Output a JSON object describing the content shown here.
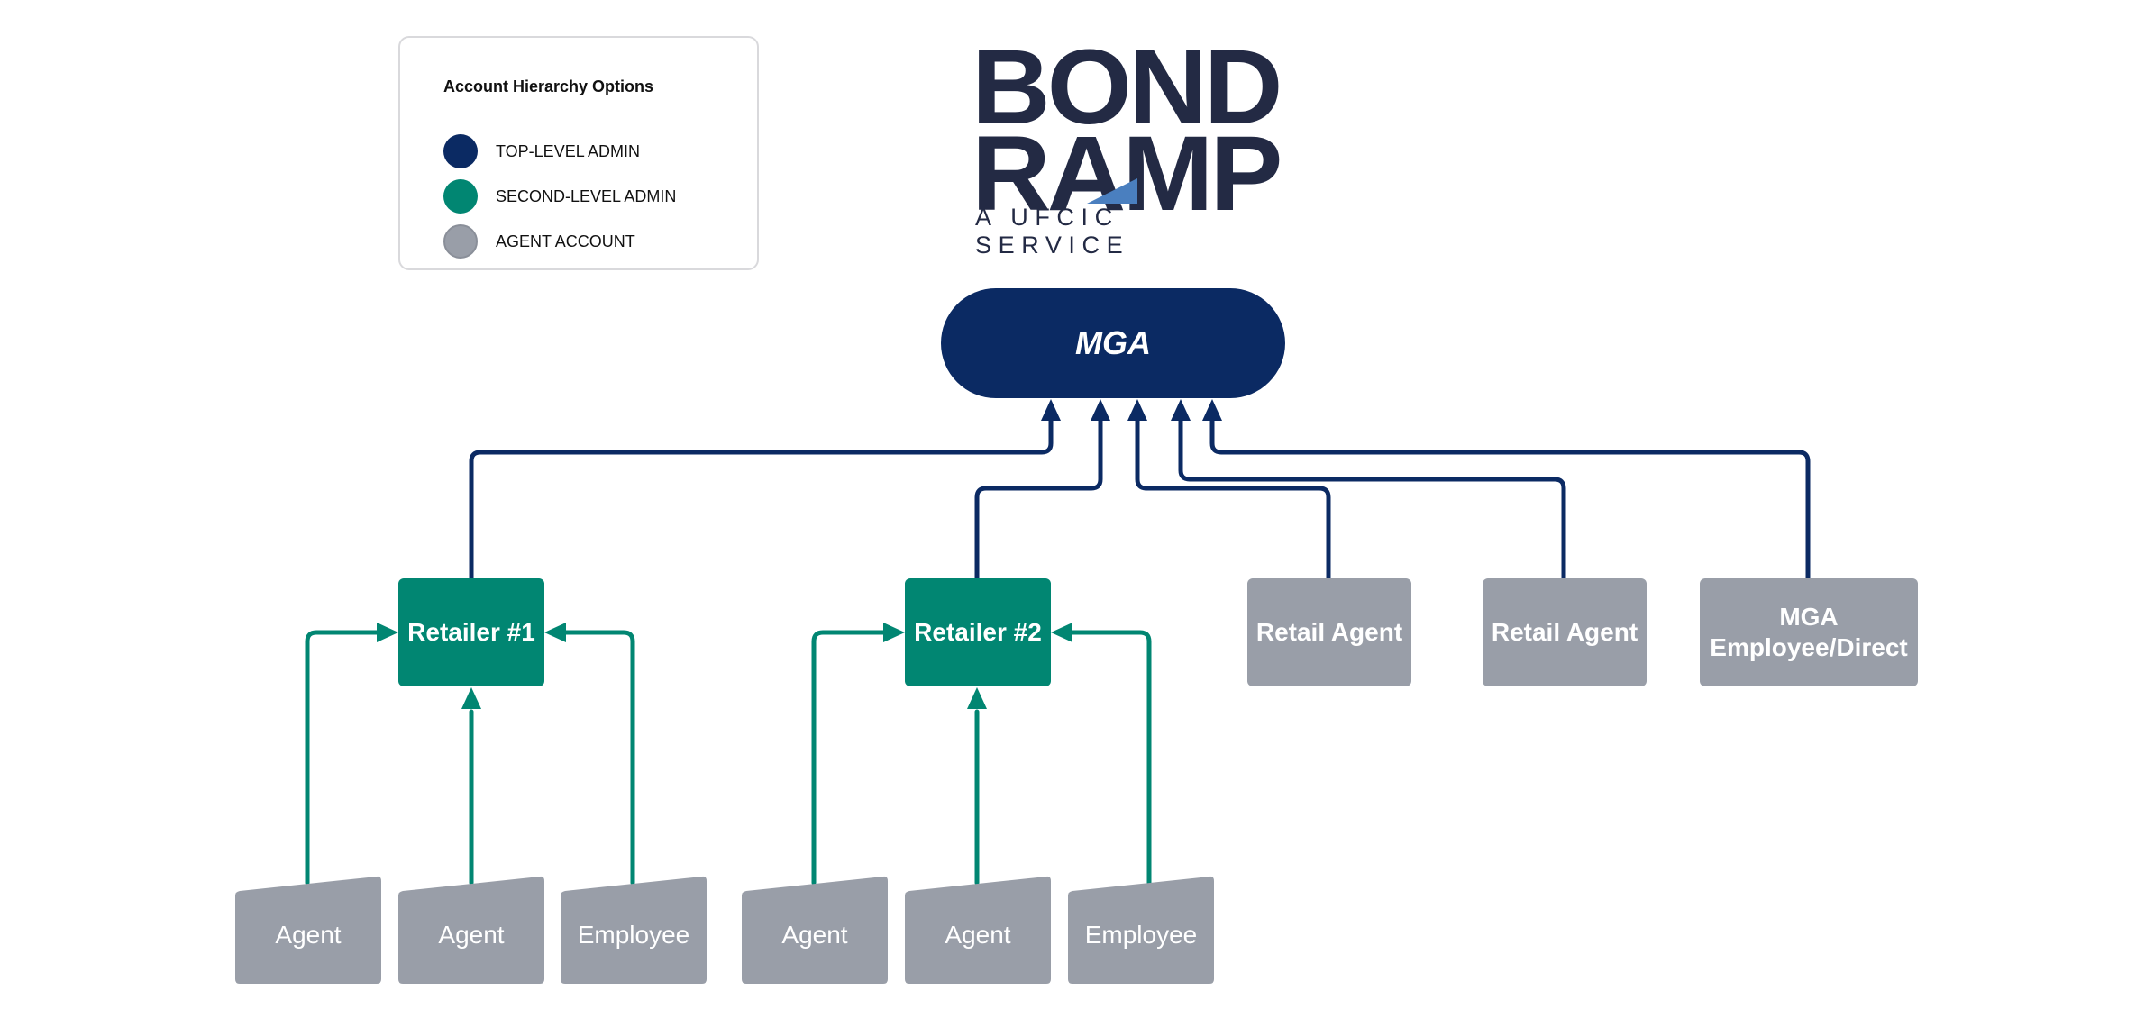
{
  "legend": {
    "title": "Account Hierarchy Options",
    "items": [
      {
        "label": "TOP-LEVEL ADMIN",
        "color": "#0b2a63"
      },
      {
        "label": "SECOND-LEVEL ADMIN",
        "color": "#018672"
      },
      {
        "label": "AGENT ACCOUNT",
        "color": "#999ea8"
      }
    ]
  },
  "logo": {
    "line1": "BOND",
    "line2": "RAMP",
    "subtitle": "A UFCIC SERVICE",
    "color": "#232a44",
    "accent_color": "#4a7fbf"
  },
  "top": {
    "label": "MGA",
    "color": "#0b2a63"
  },
  "second_level": [
    {
      "label": "Retailer #1"
    },
    {
      "label": "Retailer #2"
    }
  ],
  "direct_agents": [
    {
      "label": "Retail Agent"
    },
    {
      "label": "Retail Agent"
    },
    {
      "label": "MGA Employee/Direct"
    }
  ],
  "leaves": [
    {
      "label": "Agent"
    },
    {
      "label": "Agent"
    },
    {
      "label": "Employee"
    },
    {
      "label": "Agent"
    },
    {
      "label": "Agent"
    },
    {
      "label": "Employee"
    }
  ],
  "colors": {
    "top_connector": "#0b2a63",
    "second_connector": "#018672",
    "agent_fill": "#999ea8"
  }
}
